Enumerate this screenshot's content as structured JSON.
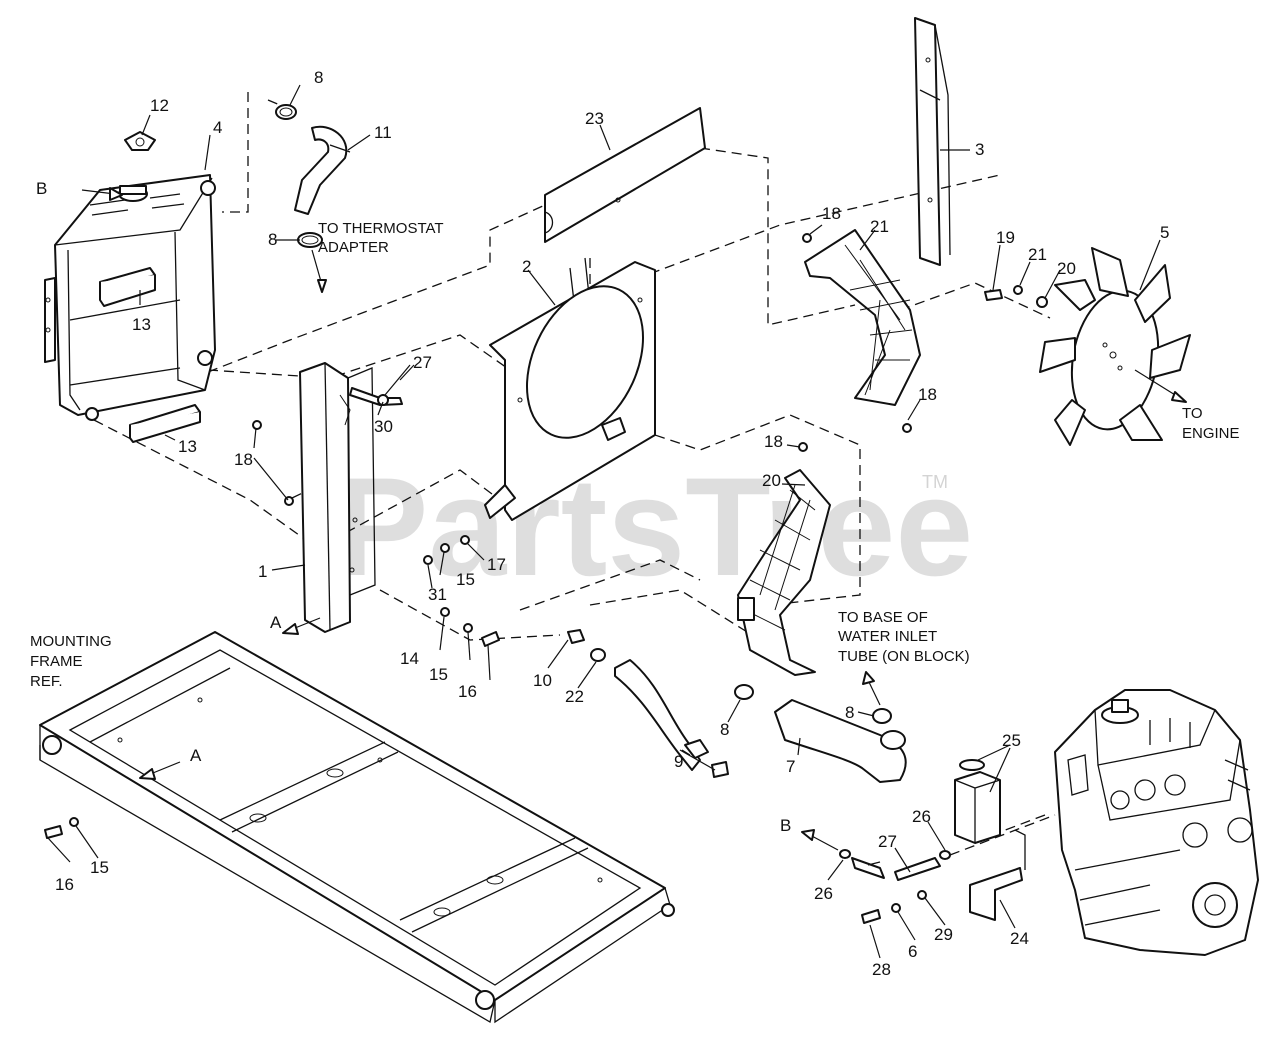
{
  "watermark": {
    "brand": "PartsTree",
    "mark": "TM"
  },
  "annotations": {
    "thermostat_line1": "TO THERMOSTAT",
    "thermostat_line2": "ADAPTER",
    "engine_line1": "TO",
    "engine_line2": "ENGINE",
    "water_inlet_line1": "TO BASE OF",
    "water_inlet_line2": "WATER INLET",
    "water_inlet_line3": "TUBE (ON BLOCK)",
    "frame_line1": "MOUNTING",
    "frame_line2": "FRAME",
    "frame_line3": "REF."
  },
  "callouts": [
    "1",
    "2",
    "3",
    "4",
    "5",
    "6",
    "7",
    "8",
    "9",
    "10",
    "11",
    "12",
    "13",
    "14",
    "15",
    "16",
    "17",
    "18",
    "19",
    "20",
    "21",
    "22",
    "23",
    "24",
    "25",
    "26",
    "27",
    "28",
    "29",
    "30",
    "31",
    "A",
    "B"
  ]
}
